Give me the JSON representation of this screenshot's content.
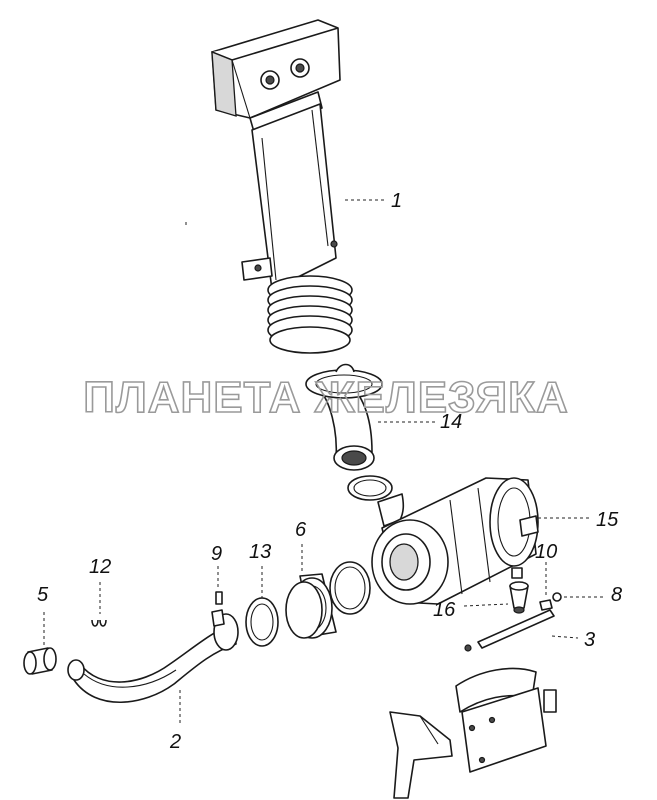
{
  "watermark": "ПЛАНЕТА ЖЕЛЕЗЯКА",
  "callouts": {
    "c1": "1",
    "c2": "2",
    "c3": "3",
    "c5": "5",
    "c6": "6",
    "c8": "8",
    "c9": "9",
    "c10": "10",
    "c12": "12",
    "c13": "13",
    "c14": "14",
    "c15": "15",
    "c16": "16"
  }
}
